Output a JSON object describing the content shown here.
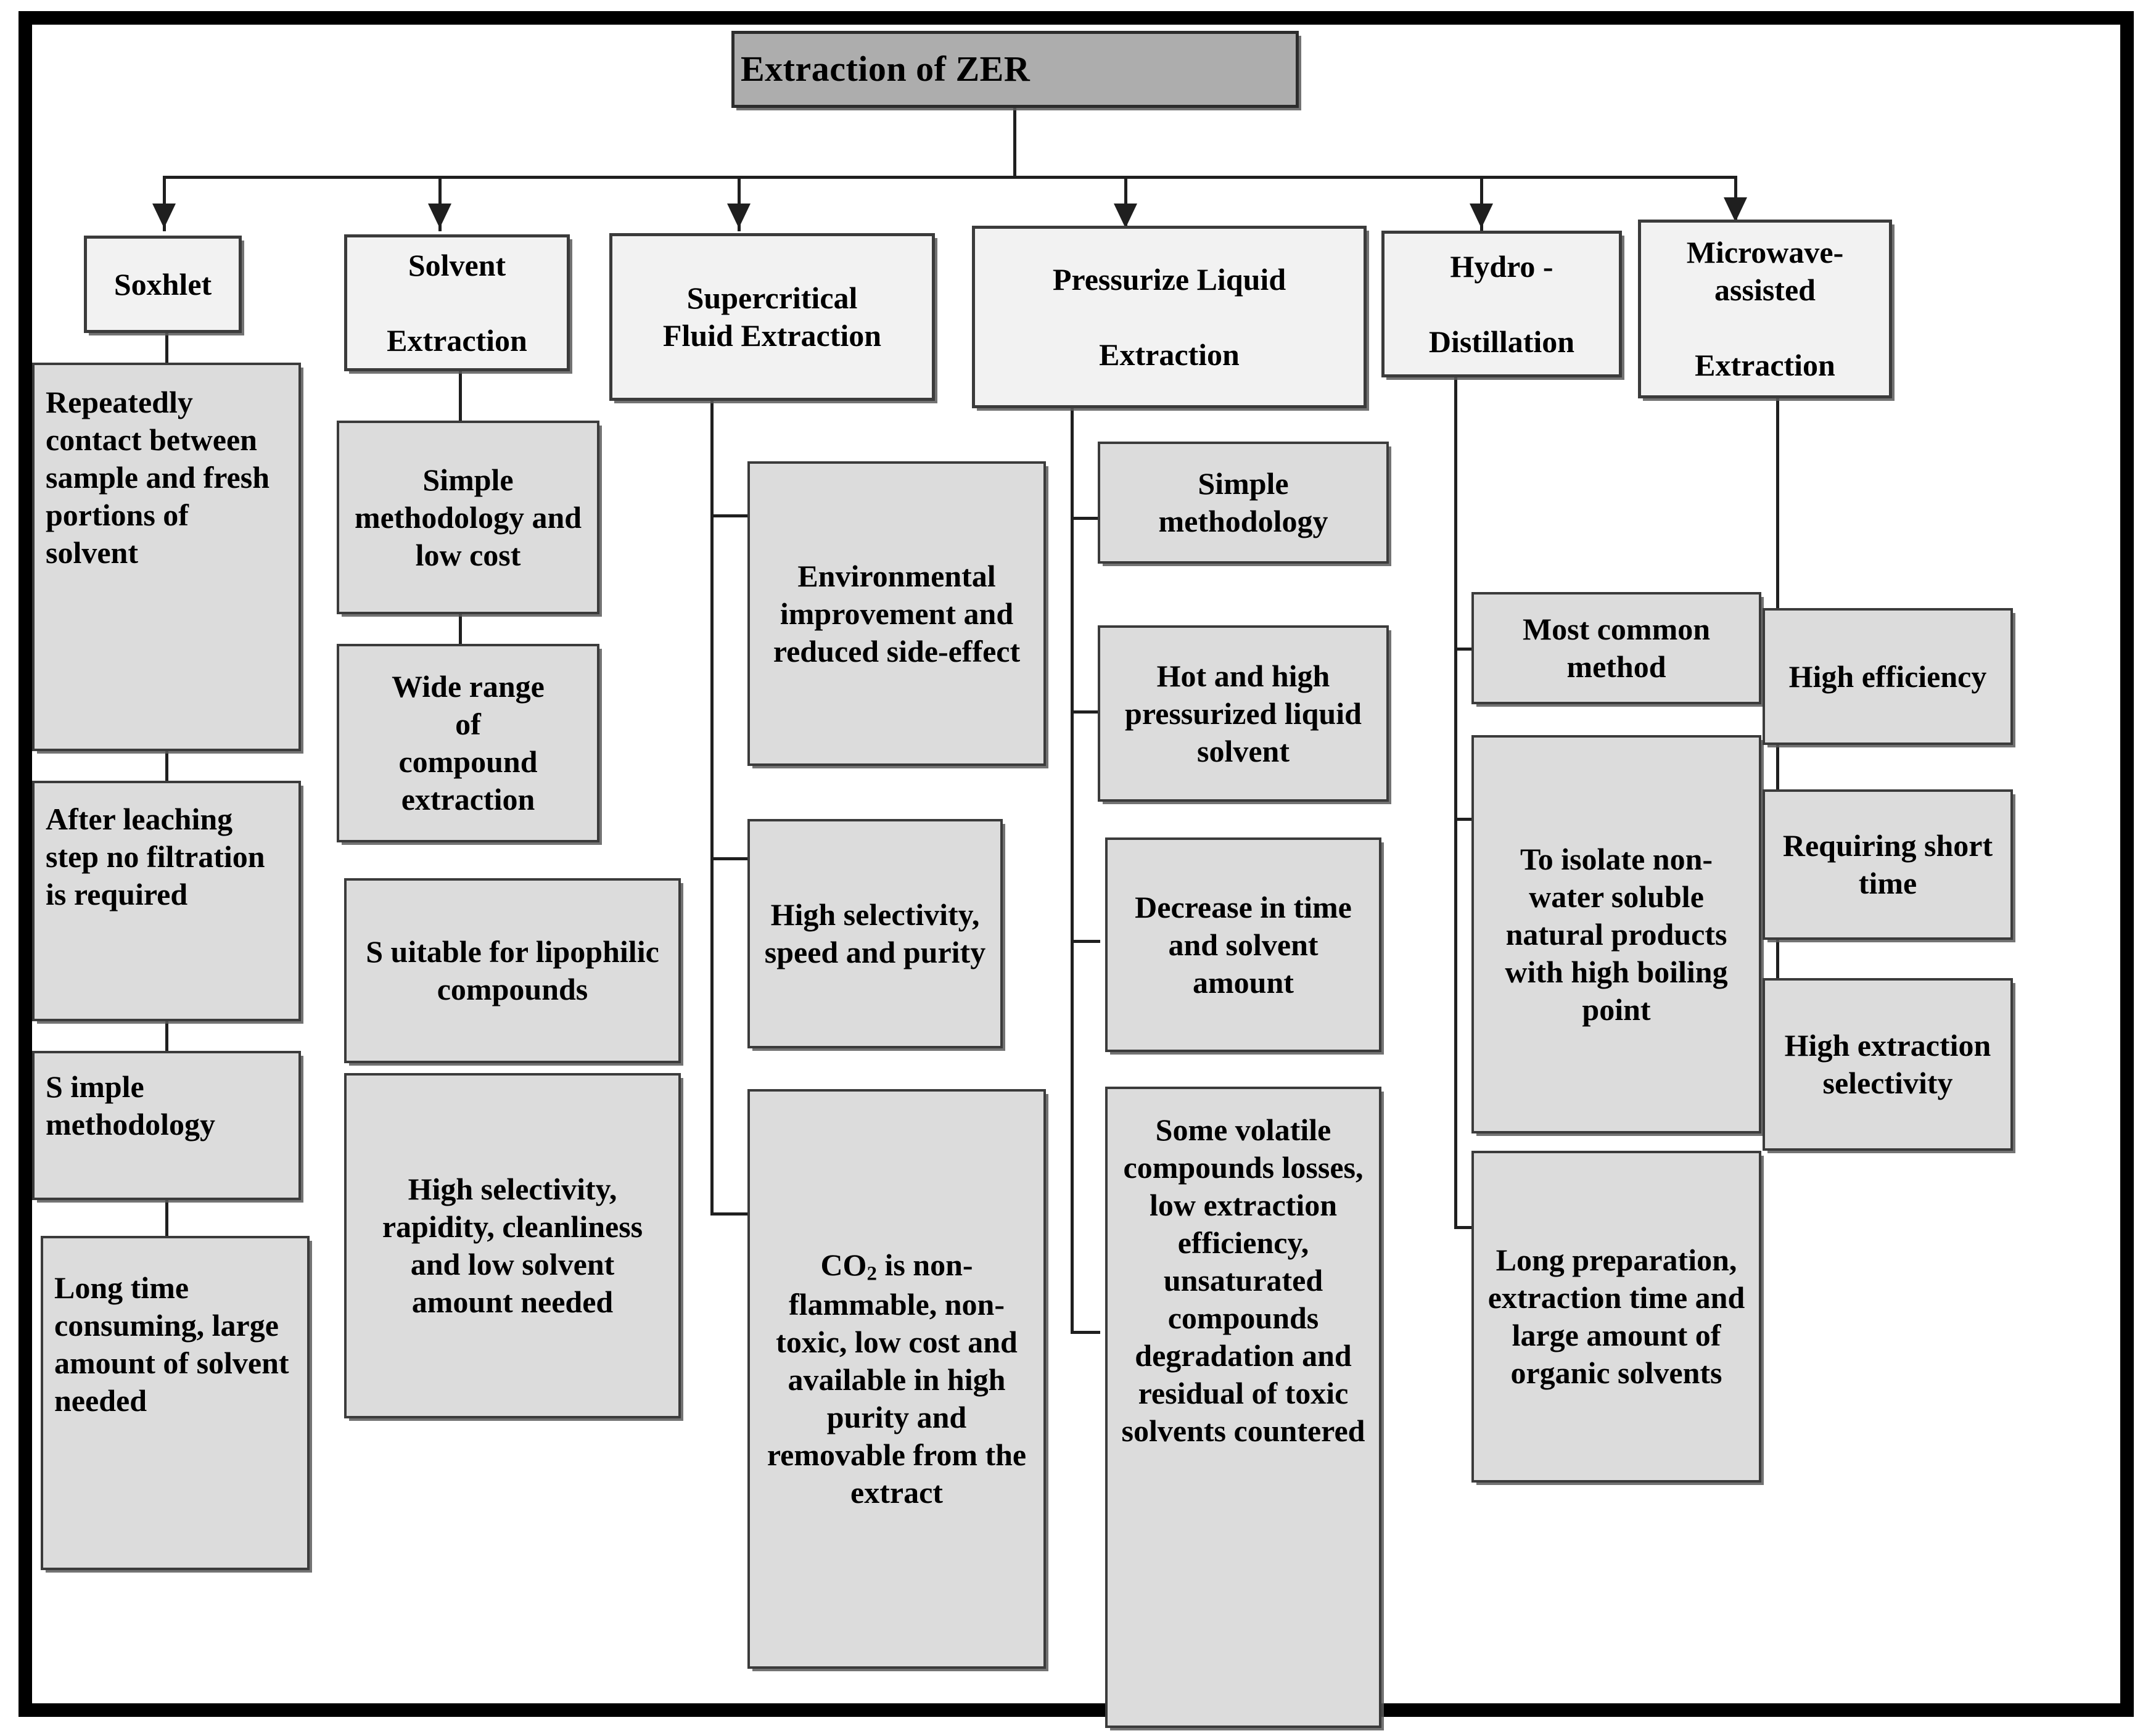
{
  "diagram": {
    "title": "Extraction of ZER",
    "type": "flowchart",
    "root": {
      "label": "Extraction of ZER"
    },
    "branches": [
      {
        "id": "soxhlet",
        "label": "Soxhlet",
        "items": [
          "Repeatedly contact between sample and fresh portions of solvent",
          "After leaching step no filtration is required",
          "S imple methodology",
          "Long time consuming, large amount of solvent needed"
        ]
      },
      {
        "id": "solvent-extraction",
        "label": "Solvent Extraction",
        "items": [
          "Simple methodology and low cost",
          "Wide range of compound extraction",
          "S uitable for lipophilic compounds",
          "High selectivity, rapidity, cleanliness and low solvent amount needed"
        ]
      },
      {
        "id": "supercritical-fluid-extraction",
        "label": "Supercritical Fluid Extraction",
        "items": [
          "Environmental improvement and reduced side-effect",
          "High selectivity, speed and purity",
          "CO2 is non-flammable, non-toxic, low cost and available in high purity and removable from the extract"
        ]
      },
      {
        "id": "pressurize-liquid-extraction",
        "label": "Pressurize Liquid Extraction",
        "items": [
          "Simple methodology",
          "Hot and high pressurized liquid solvent",
          "Decrease in time and solvent amount",
          "Some volatile compounds losses, low extraction efficiency, unsaturated compounds degradation and residual of toxic solvents countered"
        ]
      },
      {
        "id": "hydro-distillation",
        "label": "Hydro - Distillation",
        "items": [
          "Most common method",
          "To isolate non-water soluble natural products with high boiling point",
          "Long preparation, extraction time and large amount of organic solvents"
        ]
      },
      {
        "id": "microwave-assisted-extraction",
        "label": "Microwave-assisted Extraction",
        "items": [
          "High efficiency",
          "Requiring short time",
          "High extraction selectivity"
        ]
      }
    ],
    "colors": {
      "root_fill": "#adadad",
      "category_fill": "#f2f2f2",
      "leaf_fill": "#dcdcdc",
      "border": "#3b3b3b",
      "frame": "#000000",
      "connector": "#1f1f1f"
    }
  }
}
